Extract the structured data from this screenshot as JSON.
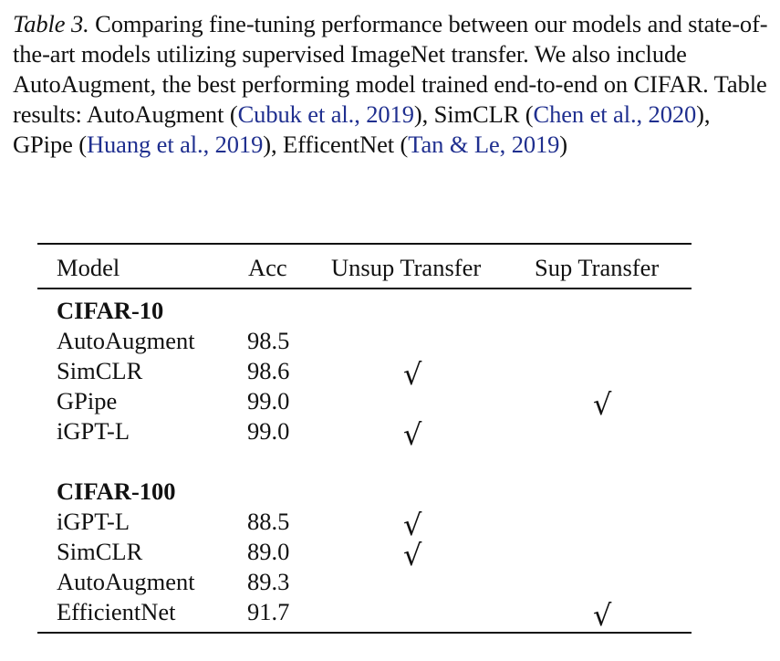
{
  "caption": {
    "label": "Table 3.",
    "text_1": " Comparing fine-tuning performance between our models and state-of-the-art models utilizing supervised ImageNet transfer. We also include AutoAugment, the best performing model trained end-to-end on CIFAR. Table results: AutoAugment (",
    "cite_autoaugment": "Cubuk et al., 2019",
    "text_2": "), SimCLR (",
    "cite_simclr": "Chen et al., 2020",
    "text_3": "), GPipe (",
    "cite_gpipe": "Huang et al., 2019",
    "text_4": "), EfficentNet (",
    "cite_efficientnet": "Tan & Le, 2019",
    "text_5": ")"
  },
  "table": {
    "headers": [
      "Model",
      "Acc",
      "Unsup Transfer",
      "Sup Transfer"
    ],
    "check_symbol": "√",
    "groups": [
      {
        "name": "CIFAR-10",
        "rows": [
          {
            "model": "AutoAugment",
            "acc": "98.5",
            "unsup": false,
            "sup": false
          },
          {
            "model": "SimCLR",
            "acc": "98.6",
            "unsup": true,
            "sup": false
          },
          {
            "model": "GPipe",
            "acc": "99.0",
            "unsup": false,
            "sup": true
          },
          {
            "model": "iGPT-L",
            "acc": "99.0",
            "unsup": true,
            "sup": false
          }
        ]
      },
      {
        "name": "CIFAR-100",
        "rows": [
          {
            "model": "iGPT-L",
            "acc": "88.5",
            "unsup": true,
            "sup": false
          },
          {
            "model": "SimCLR",
            "acc": "89.0",
            "unsup": true,
            "sup": false
          },
          {
            "model": "AutoAugment",
            "acc": "89.3",
            "unsup": false,
            "sup": false
          },
          {
            "model": "EfficientNet",
            "acc": "91.7",
            "unsup": false,
            "sup": true
          }
        ]
      }
    ]
  }
}
